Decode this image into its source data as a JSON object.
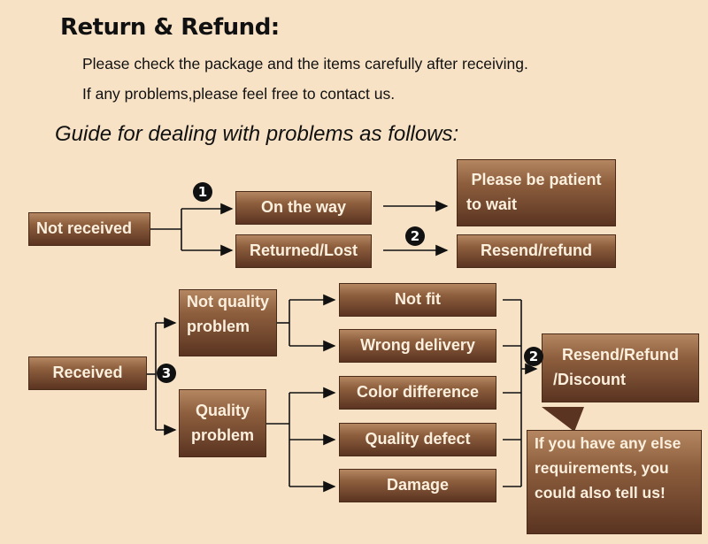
{
  "header": {
    "title": "Return & Refund:",
    "line1": "Please check the package and the items carefully after receiving.",
    "line2": "If any problems,please feel free to contact us.",
    "guide": "Guide for dealing with problems as follows:"
  },
  "boxes": {
    "not_received": "Not received",
    "on_the_way": "On the way",
    "returned_lost": "Returned/Lost",
    "be_patient_line1": "Please be patient",
    "be_patient_line2": "to wait",
    "resend_refund": "Resend/refund",
    "received": "Received",
    "not_quality_line1": "Not quality",
    "not_quality_line2": "problem",
    "quality_line1": "Quality",
    "quality_line2": "problem",
    "not_fit": "Not fit",
    "wrong_delivery": "Wrong delivery",
    "color_difference": "Color difference",
    "quality_defect": "Quality defect",
    "damage": "Damage",
    "resend_refund_discount_line1": "Resend/Refund",
    "resend_refund_discount_line2": "/Discount",
    "else_line1": "If you have any else",
    "else_line2": "requirements, you",
    "else_line3": "could also tell us!"
  },
  "markers": {
    "one": "1",
    "two_a": "2",
    "three": "3",
    "two_b": "2"
  }
}
